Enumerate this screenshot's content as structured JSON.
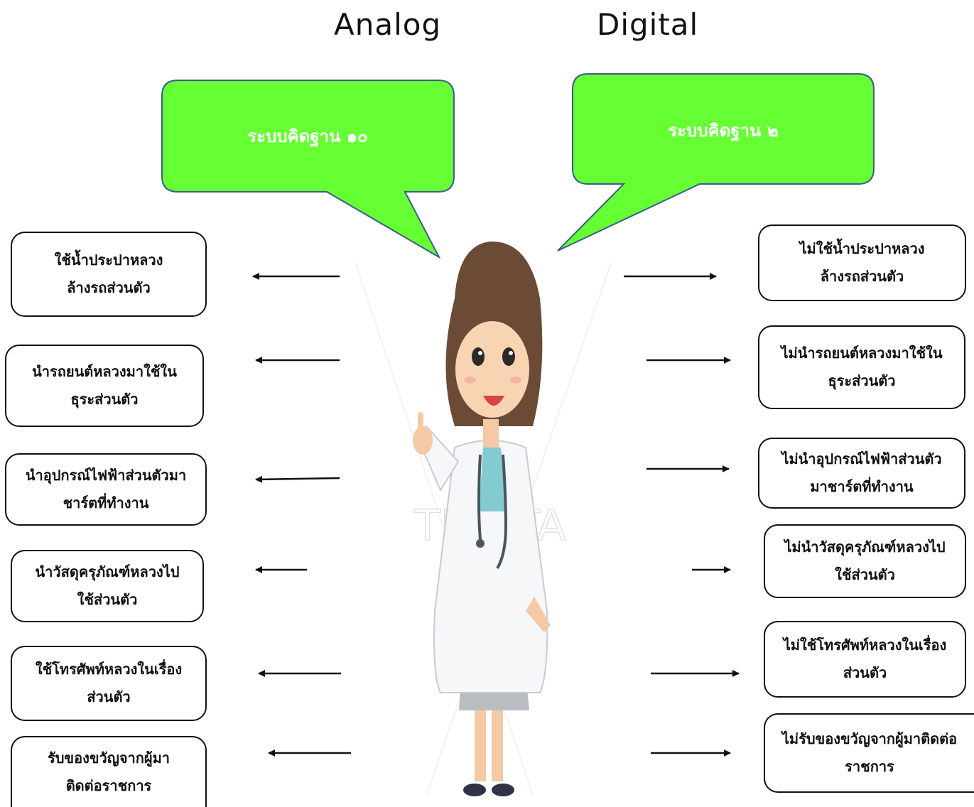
{
  "headings": {
    "left": "Analog",
    "right": "Digital"
  },
  "bubbles": {
    "left": "ระบบคิดฐาน ๑๐",
    "right": "ระบบคิดฐาน ๒"
  },
  "colors": {
    "bubble_fill": "#66ff33",
    "bubble_border": "#3a5d8f",
    "bubble_text": "#ffffff"
  },
  "watermark": "THAITA",
  "analog_items": [
    "ใช้น้ำประปาหลวง\nล้างรถส่วนตัว",
    "นำรถยนต์หลวงมาใช้ใน\nธุระส่วนตัว",
    "นำอุปกรณ์ไฟฟ้าส่วนตัวมา\nชาร์ตที่ทำงาน",
    "นำวัสดุครุภัณฑ์หลวงไป\nใช้ส่วนตัว",
    "ใช้โทรศัพท์หลวงในเรื่อง\nส่วนตัว",
    "รับของขวัญจากผู้มา\nติดต่อราชการ"
  ],
  "digital_items": [
    "ไม่ใช้น้ำประปาหลวง\nล้างรถส่วนตัว",
    "ไม่นำรถยนต์หลวงมาใช้ใน\nธุระส่วนตัว",
    "ไม่นำอุปกรณ์ไฟฟ้าส่วนตัว\nมาชาร์ตที่ทำงาน",
    "ไม่นำวัสดุครุภัณฑ์หลวงไป\nใช้ส่วนตัว",
    "ไม่ใช้โทรศัพท์หลวงในเรื่อง\nส่วนตัว",
    "ไม่รับของขวัญจากผู้มาติดต่อ\nราชการ"
  ]
}
